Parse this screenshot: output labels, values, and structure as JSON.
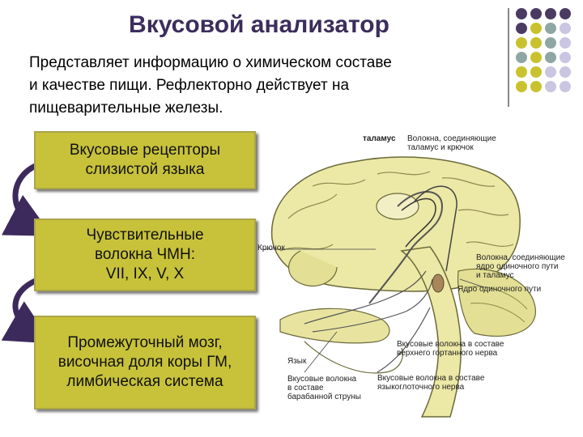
{
  "title": "Вкусовой анализатор",
  "lead": [
    "Представляет информацию о химическом составе",
    "и качестве пищи. Рефлекторно действует на",
    "пищеварительные железы."
  ],
  "boxes": [
    {
      "lines": [
        "Вкусовые рецепторы",
        "слизистой языка"
      ]
    },
    {
      "lines": [
        "Чувствительные",
        "волокна ЧМН:",
        "VII, IX, V, X"
      ]
    },
    {
      "lines": [
        "Промежуточный мозг,",
        "височная доля коры ГМ,",
        "лимбическая система"
      ]
    }
  ],
  "illustration": {
    "labels": {
      "talamus": "таламус",
      "fibers_talamus_hook_1": "Волокна, соединяющие",
      "fibers_talamus_hook_2": "таламус и крючок",
      "hook": "Крючок",
      "fibers_nucleus_1": "Волокна, соединяющие",
      "fibers_nucleus_2": "ядро одиночного пути",
      "fibers_nucleus_3": "и таламус",
      "nucleus": "Ядро одиночного пути",
      "tongue": "Язык",
      "upper_laryngeal_1": "Вкусовые волокна в составе",
      "upper_laryngeal_2": "верхнего гортанного нерва",
      "glosso_1": "Вкусовые волокна в составе",
      "glosso_2": "языкоглоточного нерва",
      "tympanic_1": "Вкусовые волокна",
      "tympanic_2": "в составе",
      "tympanic_3": "барабанной струны"
    }
  },
  "colors": {
    "title": "#3b2d5c",
    "box_fill": "#c8c23a",
    "arrow": "#3d2a5c",
    "dot_purple": "#4a3b63",
    "dot_olive": "#c9c22e",
    "dot_teal": "#8fa7a4",
    "dot_lavender": "#c9c5e2"
  }
}
